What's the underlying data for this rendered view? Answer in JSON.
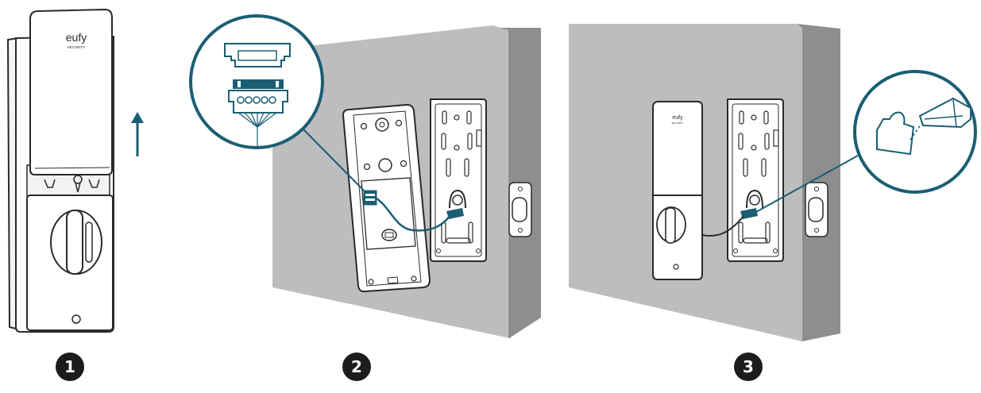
{
  "brand": {
    "logo_text": "eufy",
    "logo_subtext": "SECURITY"
  },
  "steps": [
    {
      "number": "1"
    },
    {
      "number": "2"
    },
    {
      "number": "3"
    }
  ],
  "colors": {
    "accent": "#1b5e74",
    "wall": "#bdbdbd",
    "wall_side": "#8e8e8e",
    "line": "#2a2a2a",
    "badge": "#1c1c1c"
  }
}
